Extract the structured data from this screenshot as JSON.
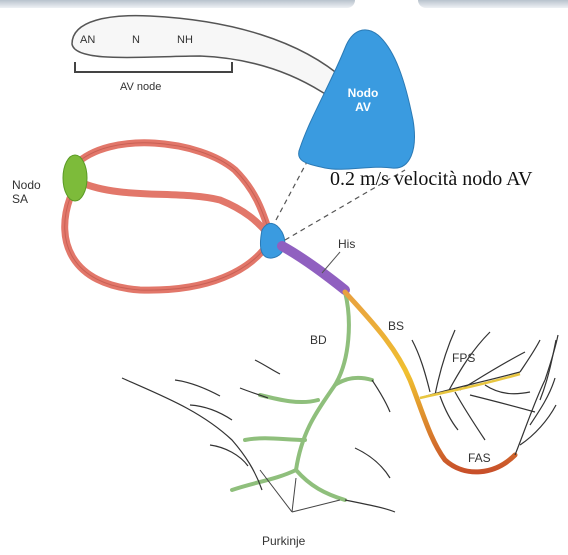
{
  "labels": {
    "av_inset_an": "AN",
    "av_inset_n": "N",
    "av_inset_nh": "NH",
    "av_inset_caption": "AV node",
    "nodo_av_line1": "Nodo",
    "nodo_av_line2": "AV",
    "nodo_sa_line1": "Nodo",
    "nodo_sa_line2": "SA",
    "his": "His",
    "bd": "BD",
    "bs": "BS",
    "fps": "FPS",
    "fas": "FAS",
    "purkinje": "Purkinje"
  },
  "note": "0.2 m/s velocità nodo AV",
  "colors": {
    "sa_node": "#7dbb3a",
    "pathway": "#e2776a",
    "av_node": "#3a9be0",
    "his_bundle": "#9060c0",
    "right_bundle": "#8fbf7c",
    "left_bundle_start": "#f0b030",
    "left_bundle_end": "#c8502a"
  }
}
